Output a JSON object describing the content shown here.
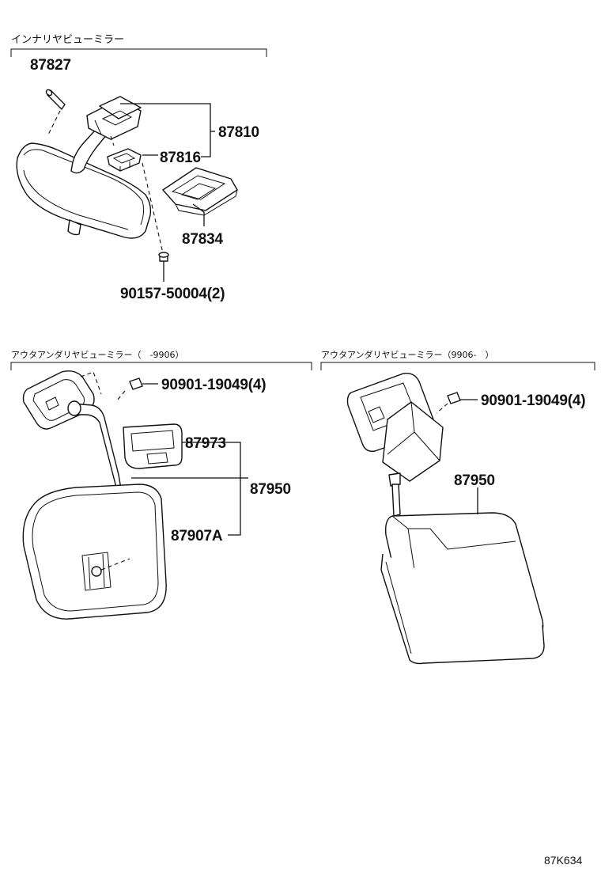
{
  "sections": {
    "inner": {
      "title": "インナリヤビューミラー"
    },
    "outer_early": {
      "title": "アウタアンダリヤビューミラー（　-9906）"
    },
    "outer_late": {
      "title": "アウタアンダリヤビューミラー（9906-　）"
    }
  },
  "callouts": {
    "p87827": "87827",
    "p87810": "87810",
    "p87816": "87816",
    "p87834": "87834",
    "p90157": "90157-50004(2)",
    "p90901a": "90901-19049(4)",
    "p87973": "87973",
    "p87950a": "87950",
    "p87907A": "87907A",
    "p90901b": "90901-19049(4)",
    "p87950b": "87950"
  },
  "diagram_code": "87K634"
}
